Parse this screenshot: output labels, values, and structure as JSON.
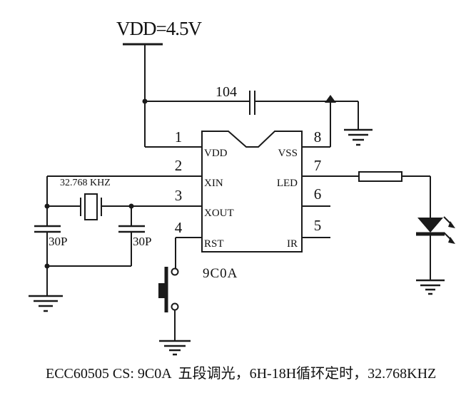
{
  "power": {
    "label": "VDD=4.5V"
  },
  "bypass_cap": {
    "label": "104"
  },
  "ic": {
    "name": "9C0A",
    "left_pins": [
      {
        "number": "1",
        "label": "VDD"
      },
      {
        "number": "2",
        "label": "XIN"
      },
      {
        "number": "3",
        "label": "XOUT"
      },
      {
        "number": "4",
        "label": "RST"
      }
    ],
    "right_pins": [
      {
        "number": "8",
        "label": "VSS"
      },
      {
        "number": "7",
        "label": "LED"
      },
      {
        "number": "6",
        "label": ""
      },
      {
        "number": "5",
        "label": "IR"
      }
    ]
  },
  "crystal": {
    "label": "32.768 KHZ"
  },
  "load_caps": {
    "left": "30P",
    "right": "30P"
  },
  "caption": "ECC60505 CS: 9C0A  五段调光，6H-18H循环定时，32.768KHZ"
}
